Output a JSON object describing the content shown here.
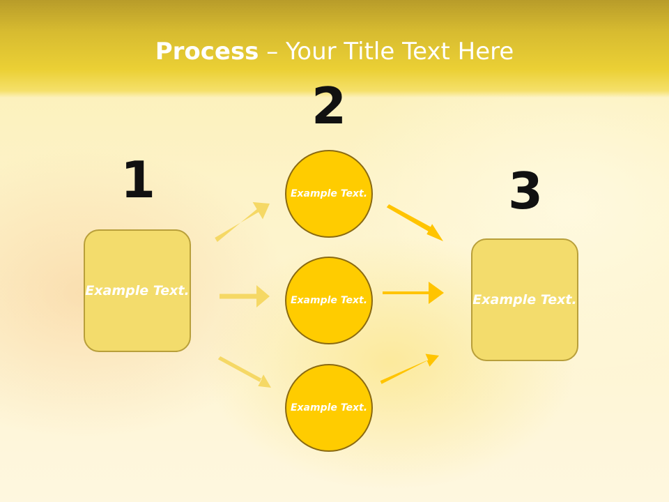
{
  "slide": {
    "title_bold": "Process",
    "title_rest": " – Your Title Text Here"
  },
  "steps": {
    "step1": {
      "number": "1",
      "label": "Example Text."
    },
    "step2": {
      "number": "2",
      "items": [
        {
          "label": "Example Text."
        },
        {
          "label": "Example Text."
        },
        {
          "label": "Example Text."
        }
      ]
    },
    "step3": {
      "number": "3",
      "label": "Example Text."
    }
  },
  "colors": {
    "accent_yellow": "#ffcc00",
    "box_fill": "#f3dc6c",
    "arrow_light": "#f5d865",
    "arrow_strong": "#ffc400",
    "number_text": "#111111"
  }
}
